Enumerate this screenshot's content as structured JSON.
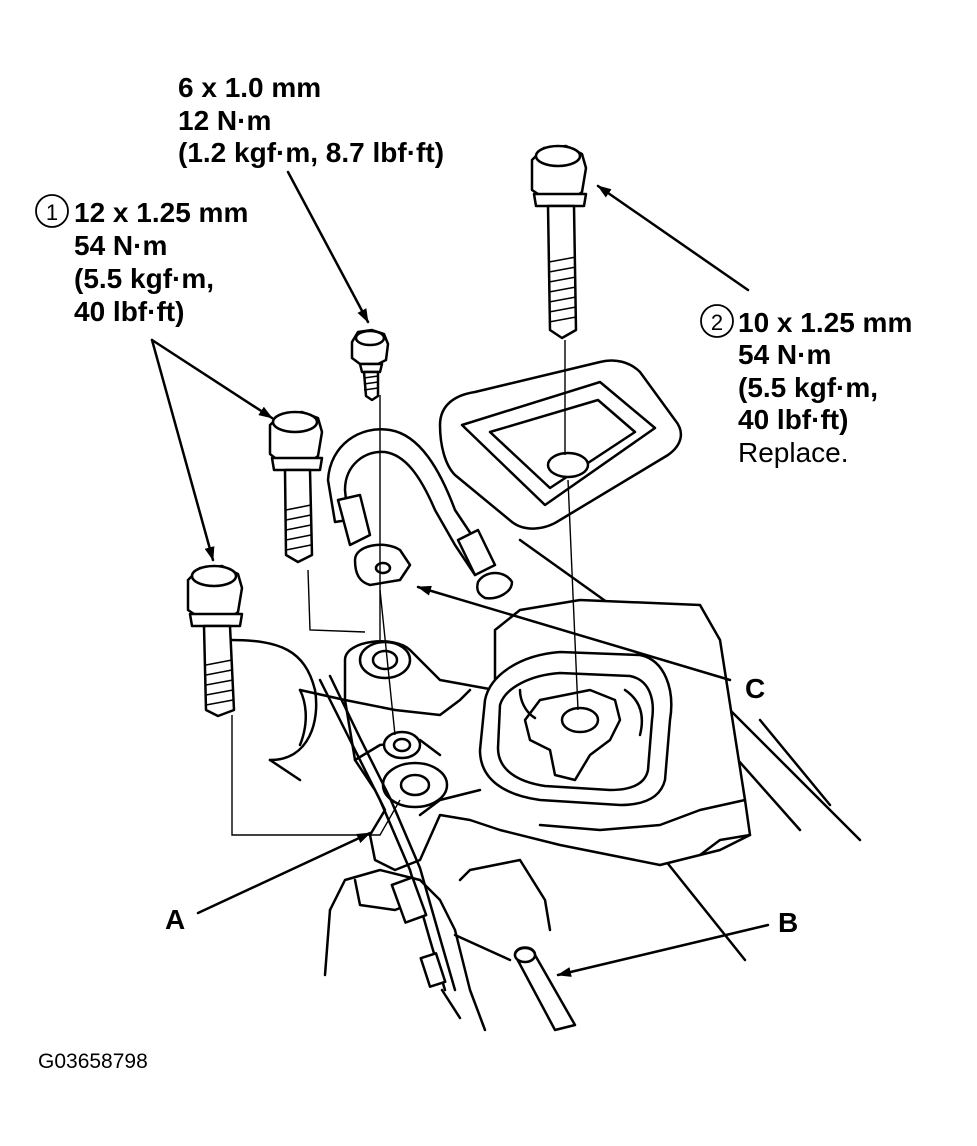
{
  "callouts": {
    "bolt_small": {
      "size": "6 x 1.0 mm",
      "torque": "12 N·m",
      "torque_alt": "(1.2 kgf·m, 8.7 lbf·ft)"
    },
    "bolt_1": {
      "number": "1",
      "size": "12 x 1.25 mm",
      "torque": "54 N·m",
      "torque_alt_1": "(5.5 kgf·m,",
      "torque_alt_2": "40 lbf·ft)"
    },
    "bolt_2": {
      "number": "2",
      "size": "10 x 1.25 mm",
      "torque": "54 N·m",
      "torque_alt_1": "(5.5 kgf·m,",
      "torque_alt_2": "40 lbf·ft)",
      "note": "Replace."
    }
  },
  "labels": {
    "a": "A",
    "b": "B",
    "c": "C"
  },
  "figure_code": "G03658798",
  "colors": {
    "ink": "#000000",
    "paper": "#ffffff"
  }
}
